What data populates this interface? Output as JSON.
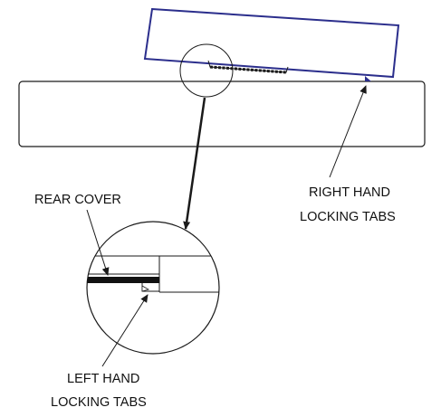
{
  "labels": {
    "rear_cover": "REAR COVER",
    "right_hand_tabs_line1": "RIGHT HAND",
    "right_hand_tabs_line2": "LOCKING TABS",
    "left_hand_tabs_line1": "LEFT HAND",
    "left_hand_tabs_line2": "LOCKING TABS"
  },
  "colors": {
    "rear_cover_outline": "#2b2e8c",
    "line_art": "#1a1a1a",
    "cover_fill_in_detail": "#111111"
  }
}
